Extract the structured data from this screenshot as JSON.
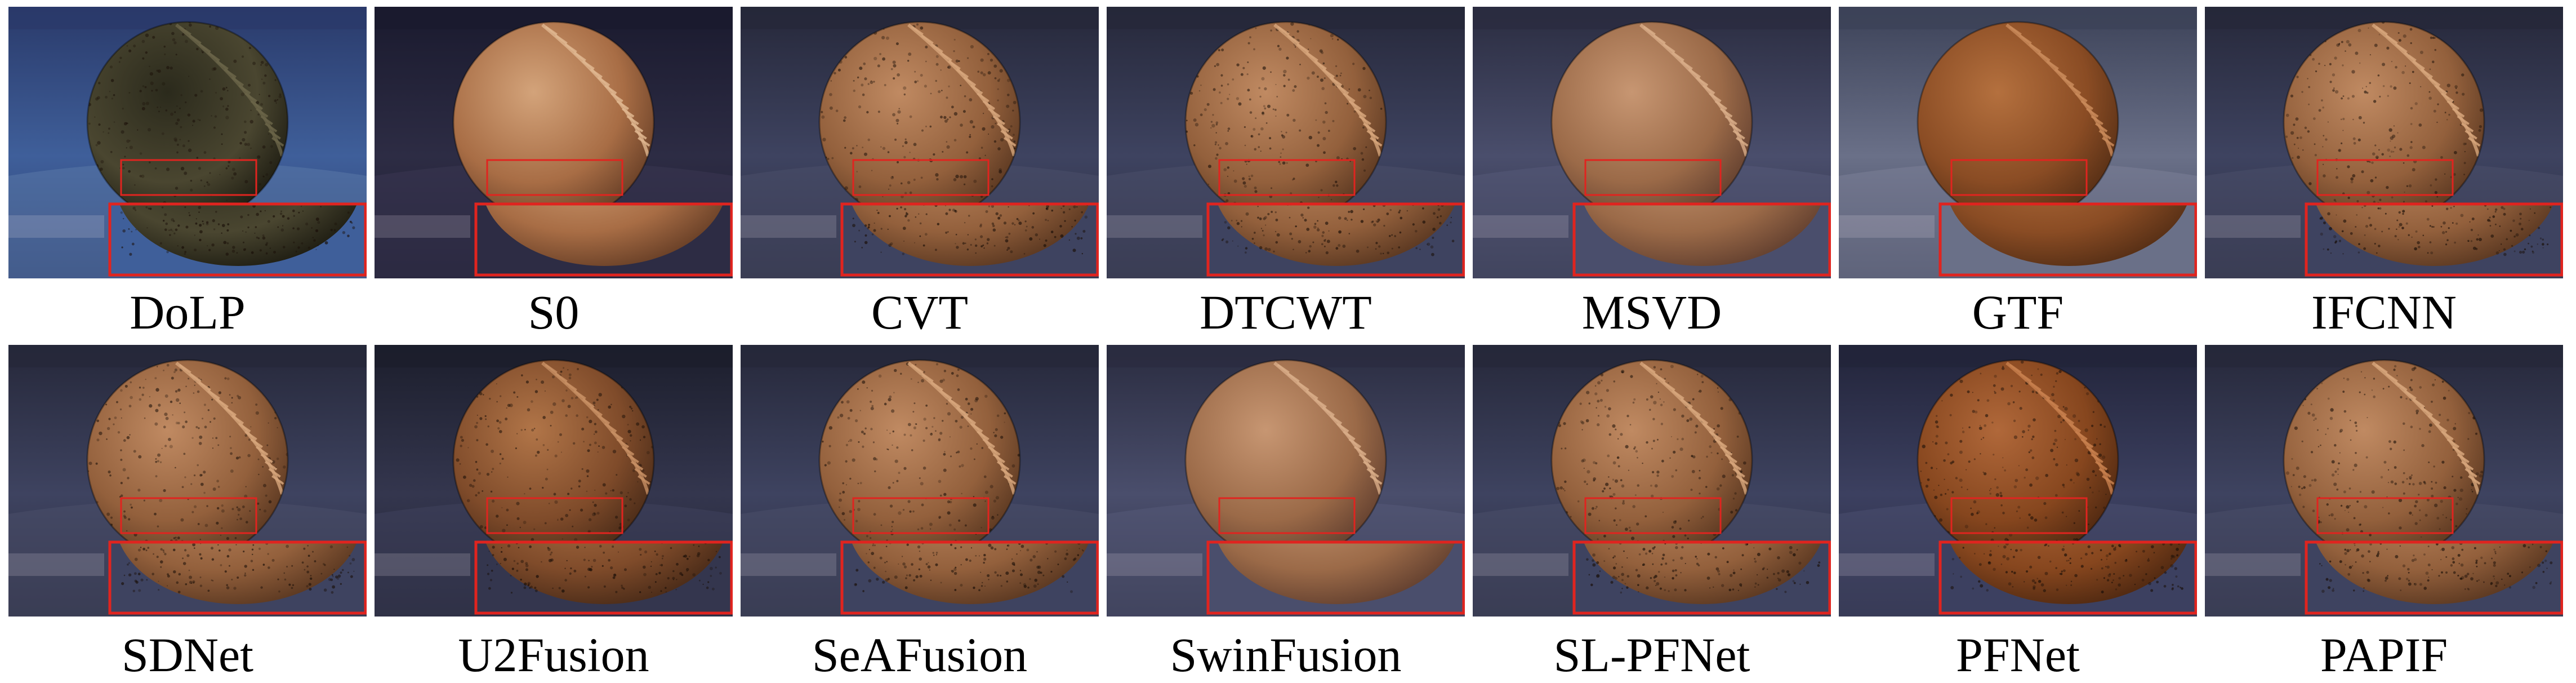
{
  "panels": [
    {
      "label": "DoLP",
      "variant": "dolp"
    },
    {
      "label": "S0",
      "variant": "s0"
    },
    {
      "label": "CVT",
      "variant": "fused"
    },
    {
      "label": "DTCWT",
      "variant": "fused"
    },
    {
      "label": "MSVD",
      "variant": "soft"
    },
    {
      "label": "GTF",
      "variant": "gtf"
    },
    {
      "label": "IFCNN",
      "variant": "fused"
    },
    {
      "label": "SDNet",
      "variant": "fused"
    },
    {
      "label": "U2Fusion",
      "variant": "dark"
    },
    {
      "label": "SeAFusion",
      "variant": "fused"
    },
    {
      "label": "SwinFusion",
      "variant": "soft"
    },
    {
      "label": "SL-PFNet",
      "variant": "fused"
    },
    {
      "label": "PFNet",
      "variant": "rich"
    },
    {
      "label": "PAPIF",
      "variant": "fused"
    }
  ],
  "colors": {
    "highlight_box": "#e0241f",
    "ball": "#b77a4f",
    "background": "#3b4660"
  }
}
